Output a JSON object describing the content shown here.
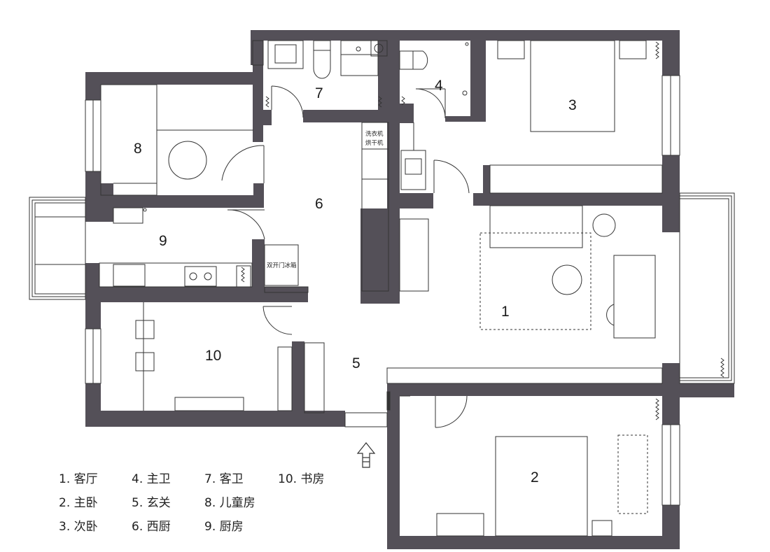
{
  "rooms": [
    {
      "id": "1",
      "label": "1"
    },
    {
      "id": "2",
      "label": "2"
    },
    {
      "id": "3",
      "label": "3"
    },
    {
      "id": "4",
      "label": "4"
    },
    {
      "id": "5",
      "label": "5"
    },
    {
      "id": "6",
      "label": "6"
    },
    {
      "id": "7",
      "label": "7"
    },
    {
      "id": "8",
      "label": "8"
    },
    {
      "id": "9",
      "label": "9"
    },
    {
      "id": "10",
      "label": "10"
    }
  ],
  "legend": [
    "1. 客厅",
    "2. 主卧",
    "3. 次卧",
    "4. 主卫",
    "5. 玄关",
    "6. 西厨",
    "7. 客卫",
    "8. 儿童房",
    "9. 厨房",
    "10. 书房"
  ],
  "annotations": {
    "washer_dryer": [
      "洗衣机",
      "烘干机"
    ],
    "fridge": "双开门冰箱"
  },
  "colors": {
    "wall": "#545058",
    "line": "#333333",
    "background": "#ffffff"
  },
  "icons": {
    "entrance": "up-arrow-icon"
  }
}
